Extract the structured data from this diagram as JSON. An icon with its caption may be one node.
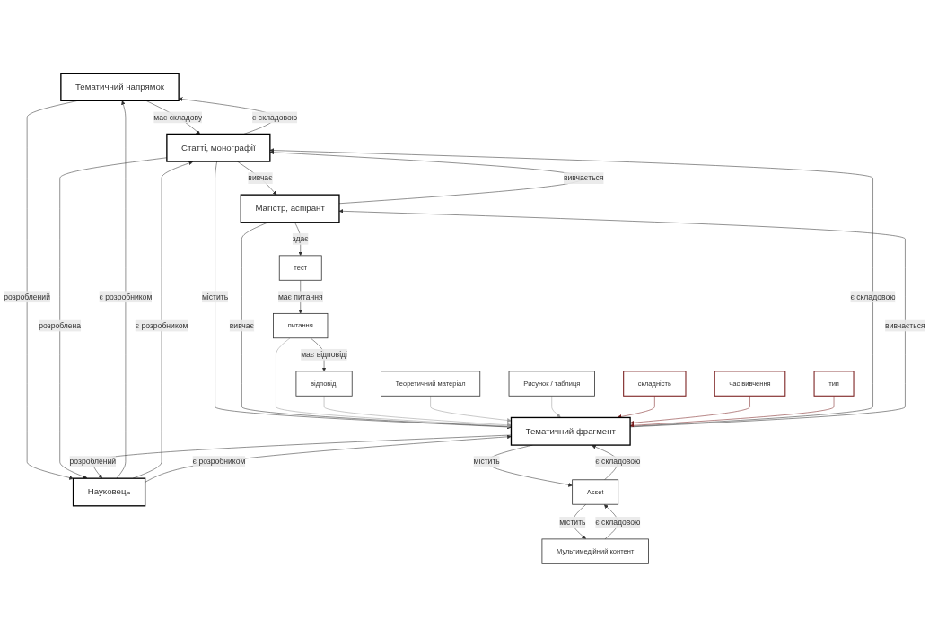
{
  "diagram": {
    "nodes": [
      {
        "text": [
          "Тематичний напрямок"
        ]
      },
      {
        "text": [
          "Статті, монографії"
        ]
      },
      {
        "text": [
          "Магістр, аспірант"
        ]
      },
      {
        "text": [
          "тест"
        ]
      },
      {
        "text": [
          "Науковець"
        ]
      },
      {
        "text": [
          "Тематичний фрагмент"
        ]
      },
      {
        "text": [
          "питання"
        ]
      },
      {
        "text": [
          "відповіді"
        ]
      },
      {
        "text": [
          "Мультимедійний контент"
        ]
      },
      {
        "text": [
          "Asset"
        ]
      },
      {
        "text": [
          "Теоретичний матеріал"
        ]
      },
      {
        "text": [
          "складність"
        ]
      },
      {
        "text": [
          "час вивчення"
        ]
      },
      {
        "text": [
          "тип"
        ]
      },
      {
        "text": [
          "Рисунок / таблиця"
        ]
      }
    ],
    "edges": [
      {
        "from": 0,
        "to": 1,
        "arrow": "to",
        "label": "має складову"
      },
      {
        "from": 1,
        "to": 0,
        "arrow": "to",
        "label": "є складовою"
      },
      {
        "from": 1,
        "to": 2,
        "arrow": "to",
        "label": "вивчає"
      },
      {
        "from": 2,
        "to": 1,
        "arrow": "to",
        "label": "вивчається"
      },
      {
        "from": 0,
        "to": 4,
        "arrow": "to",
        "label": "розроблений"
      },
      {
        "from": 4,
        "to": 0,
        "arrow": "to",
        "label": "є розробником"
      },
      {
        "from": 1,
        "to": 4,
        "arrow": "to",
        "label": "розроблена"
      },
      {
        "from": 4,
        "to": 1,
        "arrow": "to",
        "label": "є розробником"
      },
      {
        "from": 5,
        "to": 1,
        "arrow": "to",
        "label": "є складовою"
      },
      {
        "from": 1,
        "to": 5,
        "arrow": "to",
        "label": "містить"
      },
      {
        "from": 2,
        "to": 5,
        "arrow": "to",
        "label": "вивчає"
      },
      {
        "from": 5,
        "to": 2,
        "arrow": "to",
        "label": "вивчається"
      },
      {
        "from": 2,
        "to": 3,
        "arrow": "to",
        "label": "здає"
      },
      {
        "from": 3,
        "to": 6,
        "arrow": "to",
        "label": "має питання"
      },
      {
        "from": 6,
        "to": 7,
        "arrow": "to",
        "label": "має відповіді"
      },
      {
        "from": 4,
        "to": 5,
        "arrow": "to",
        "label": "є розробником"
      },
      {
        "from": 5,
        "to": 4,
        "arrow": "to",
        "label": "розроблений"
      },
      {
        "from": 5,
        "to": 9,
        "arrow": "to",
        "label": "містить"
      },
      {
        "from": 9,
        "to": 5,
        "arrow": "to",
        "label": "є складовою"
      },
      {
        "from": 8,
        "to": 9,
        "arrow": "to",
        "label": "є складовою"
      },
      {
        "from": 9,
        "to": 8,
        "arrow": "to",
        "label": "містить"
      },
      {
        "from": 6,
        "to": 5,
        "arrow": "to",
        "color": "#9a9a9a"
      },
      {
        "from": 7,
        "to": 5,
        "arrow": "to",
        "color": "#9a9a9a"
      },
      {
        "from": 10,
        "to": 5,
        "arrow": "to",
        "color": "#9a9a9a"
      },
      {
        "from": 14,
        "to": 5,
        "arrow": "to",
        "color": "#9a9a9a"
      },
      {
        "from": 11,
        "to": 5,
        "arrow": "to",
        "color": "#7a1f1f"
      },
      {
        "from": 12,
        "to": 5,
        "arrow": "to",
        "color": "#7a1f1f"
      },
      {
        "from": 13,
        "to": 5,
        "arrow": "to",
        "color": "#7a1f1f"
      }
    ]
  }
}
